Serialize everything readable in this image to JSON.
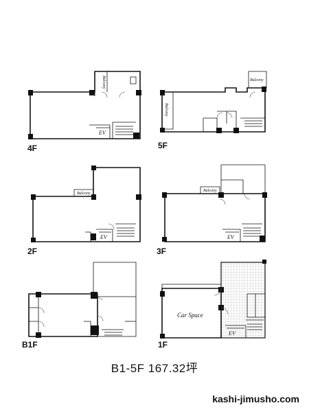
{
  "floors": {
    "f4": {
      "label": "4F",
      "balcony": "Balcony",
      "ev": "EV"
    },
    "f5": {
      "label": "5F",
      "balcony_top": "Balcony",
      "balcony_side": "Balcony"
    },
    "f2": {
      "label": "2F",
      "balcony": "Balcony",
      "ev": "EV"
    },
    "f3": {
      "label": "3F",
      "balcony": "Balcony",
      "ev": "EV"
    },
    "b1": {
      "label": "B1F"
    },
    "f1": {
      "label": "1F",
      "car_space": "Car Space",
      "ev": "EV"
    }
  },
  "caption": "B1-5F 167.32坪",
  "site": "kashi-jimusho.com"
}
